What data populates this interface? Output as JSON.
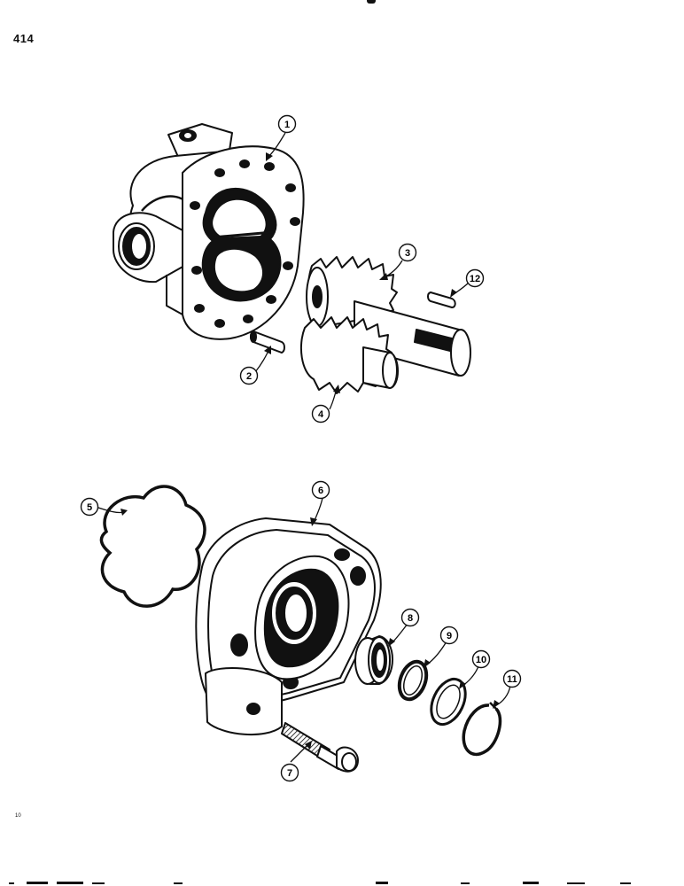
{
  "page": {
    "number": "414",
    "figure_code": "10"
  },
  "callouts": [
    {
      "id": "c1",
      "label": "1"
    },
    {
      "id": "c2",
      "label": "2"
    },
    {
      "id": "c3",
      "label": "3"
    },
    {
      "id": "c4",
      "label": "4"
    },
    {
      "id": "c5",
      "label": "5"
    },
    {
      "id": "c6",
      "label": "6"
    },
    {
      "id": "c7",
      "label": "7"
    },
    {
      "id": "c8",
      "label": "8"
    },
    {
      "id": "c9",
      "label": "9"
    },
    {
      "id": "c10",
      "label": "10"
    },
    {
      "id": "c11",
      "label": "11"
    },
    {
      "id": "c12",
      "label": "12"
    }
  ]
}
